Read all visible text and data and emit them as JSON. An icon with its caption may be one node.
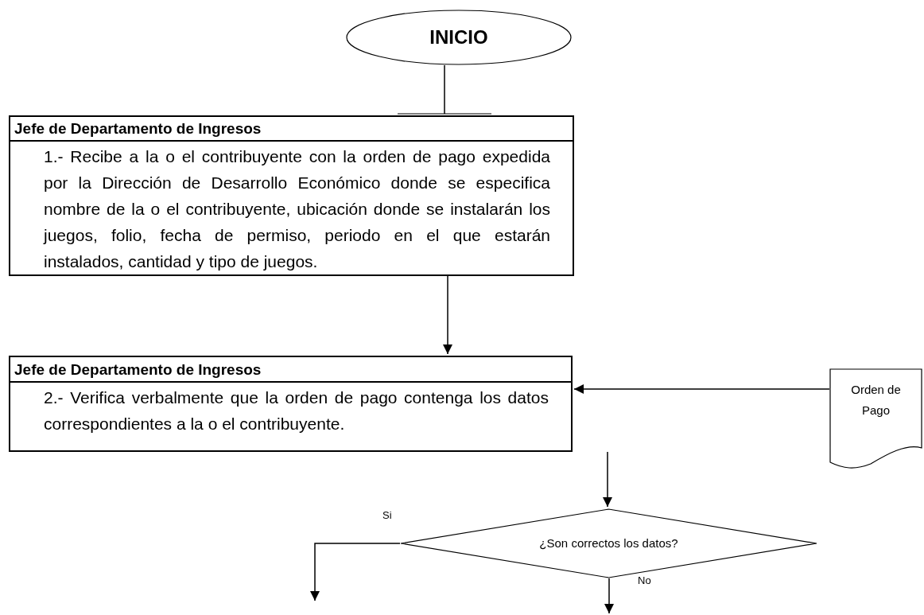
{
  "diagram": {
    "nodes": [
      {
        "text": [
          "INICIO"
        ]
      },
      {
        "text": [
          "Jefe de Departamento de Ingresos",
          "1.- Recibe a la o el contribuyente con la orden de pago expedida por la Dirección de Desarrollo Económico donde se especifica nombre de la o el contribuyente, ubicación donde se instalarán los juegos, folio, fecha de permiso, periodo en el que estarán instalados, cantidad y tipo de juegos."
        ]
      },
      {
        "text": [
          "Jefe de Departamento de Ingresos",
          "2.- Verifica verbalmente que la orden de pago contenga los datos correspondientes a la o el contribuyente."
        ]
      },
      {
        "text": [
          "Orden de Pago"
        ]
      },
      {
        "text": [
          "¿Son correctos los datos?"
        ]
      }
    ],
    "edges": [
      {
        "from": 0,
        "to": 1,
        "arrow": "other"
      },
      {
        "from": 1,
        "to": 2,
        "arrow": "to"
      },
      {
        "from": 3,
        "to": 2,
        "arrow": "to"
      },
      {
        "from": 2,
        "to": 4,
        "arrow": "to"
      },
      {
        "from": 4,
        "to": null,
        "arrow": "to",
        "label": "Si"
      },
      {
        "from": 4,
        "to": null,
        "arrow": "to",
        "label": "No"
      }
    ]
  }
}
